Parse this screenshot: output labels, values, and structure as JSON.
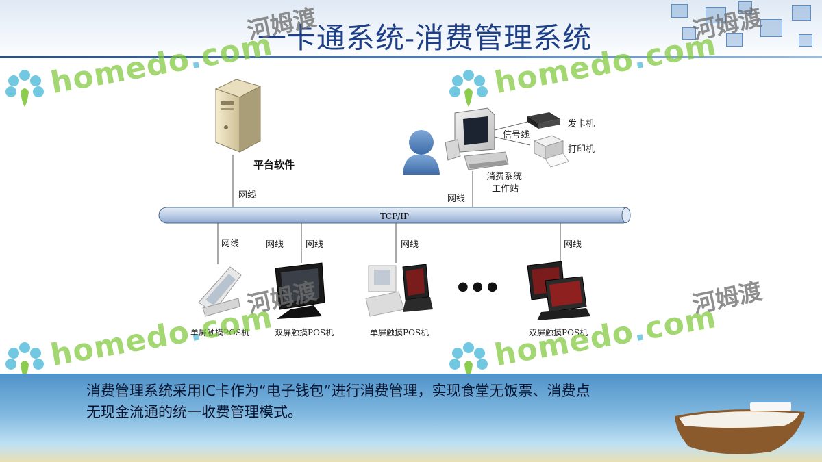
{
  "title": "一卡通系统-消费管理系统",
  "diagram": {
    "server_label": "平台软件",
    "backbone_label": "TCP/IP",
    "network_line_label": "网线",
    "signal_line_label": "信号线",
    "card_issuer_label": "发卡机",
    "printer_label": "打印机",
    "workstation_label_line1": "消费系统",
    "workstation_label_line2": "工作站",
    "pos_labels": [
      "单屏触摸POS机",
      "双屏触摸POS机",
      "单屏触摸POS机",
      "双屏触摸POS机"
    ],
    "ellipsis": "● ● ●"
  },
  "watermark": {
    "brand": "homedo.com",
    "cn": "河姆渡"
  },
  "footer": {
    "description_line1": "消费管理系统采用IC卡作为“电子钱包”进行消费管理，实现食堂无饭票、消费点",
    "description_line2": "无现金流通的统一收费管理模式。"
  },
  "colors": {
    "title": "#1e3f86",
    "backbone_fill": "#c4d3e8",
    "watermark_green": "#80c73c"
  }
}
